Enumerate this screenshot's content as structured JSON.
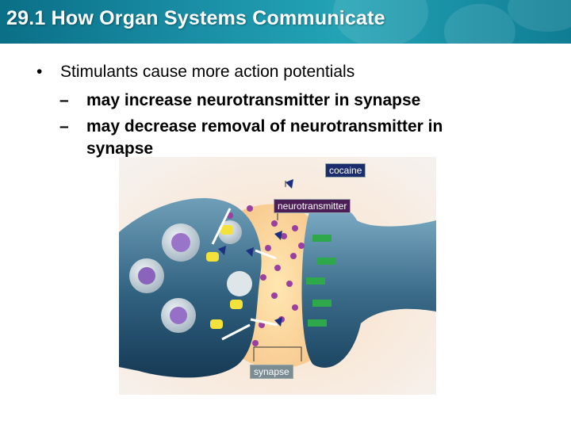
{
  "slide": {
    "title": "29.1 How Organ Systems Communicate"
  },
  "bullets": {
    "main": {
      "marker": "•",
      "text": "Stimulants cause more action potentials"
    },
    "subs": [
      {
        "marker": "–",
        "text": "may increase neurotransmitter in synapse"
      },
      {
        "marker": "–",
        "text": "may decrease removal of neurotransmitter in",
        "continuation": "synapse"
      }
    ]
  },
  "figure": {
    "labels": {
      "cocaine": "cocaine",
      "neurotransmitter": "neurotransmitter",
      "synapse": "synapse"
    }
  },
  "colors": {
    "header": "#1a8fa6",
    "label_dark": "#1c2d6d",
    "label_nt": "#4b1e56"
  }
}
